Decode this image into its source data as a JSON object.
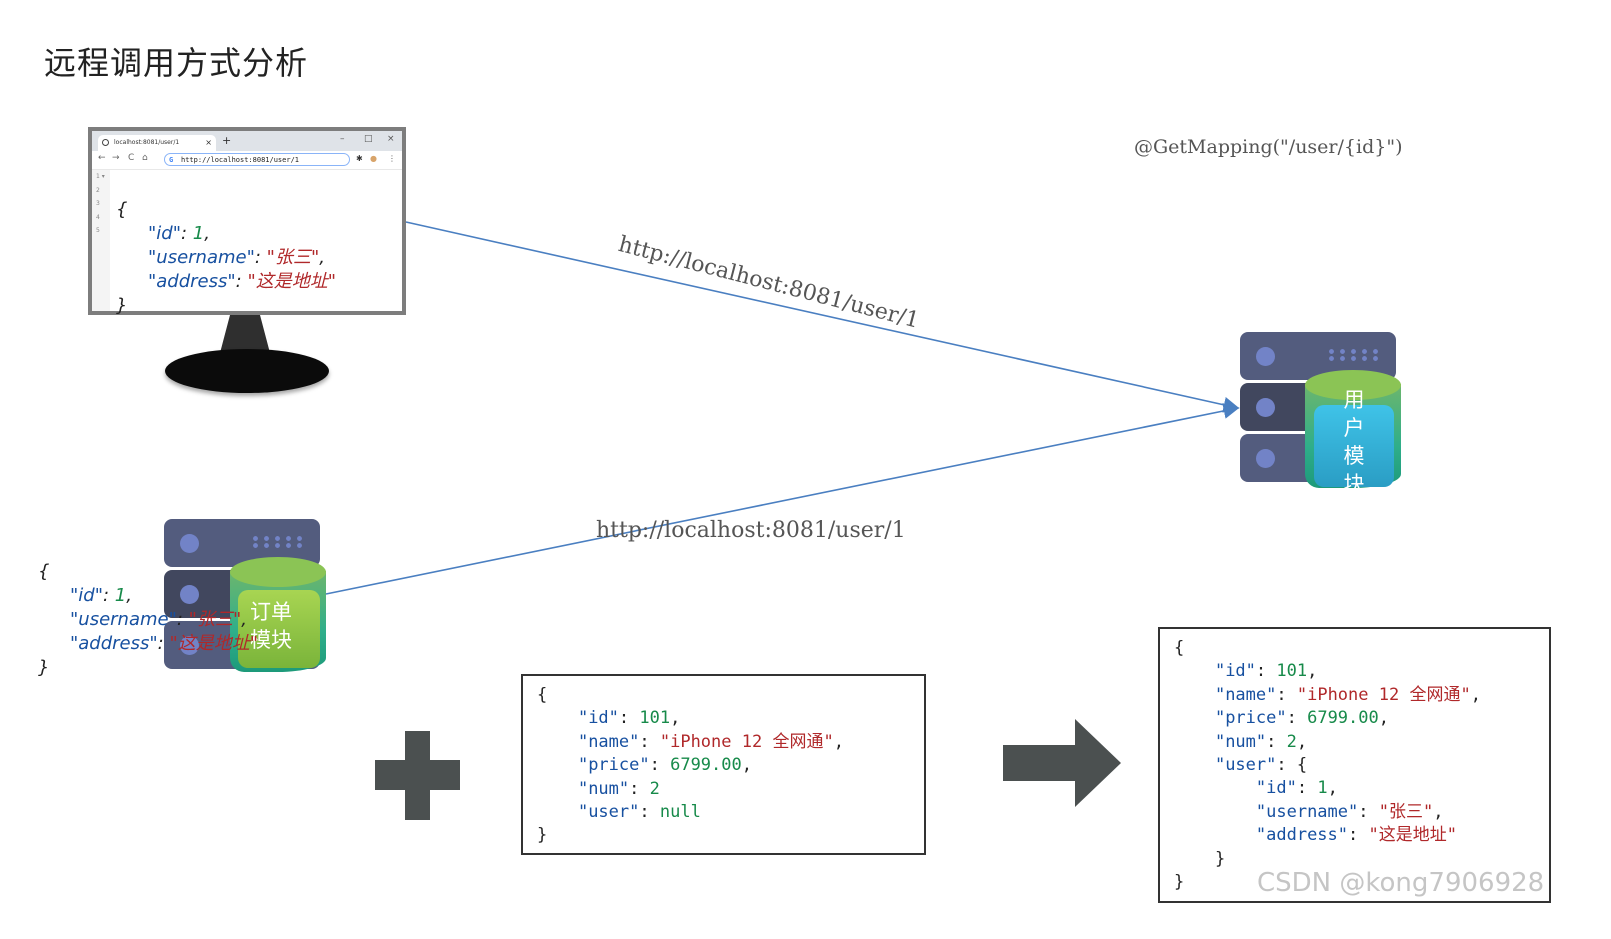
{
  "title": "远程调用方式分析",
  "browser": {
    "tab_title": "localhost:8081/user/1",
    "tab_close": "×",
    "new_tab": "+",
    "win_min": "–",
    "win_max": "□",
    "win_close": "×",
    "nav_back": "←",
    "nav_forward": "→",
    "nav_reload": "C",
    "nav_home": "⌂",
    "g_icon": "G",
    "url": "http://localhost:8081/user/1",
    "ext_icon": "✱",
    "profile_icon": "●",
    "menu_icon": "⋮",
    "line_numbers": [
      "1 ▾",
      "2",
      "3",
      "4",
      "5"
    ]
  },
  "user_json": {
    "open": "{",
    "id_key": "\"id\"",
    "id_val": "1",
    "username_key": "\"username\"",
    "username_val": "\"张三\"",
    "address_key": "\"address\"",
    "address_val": "\"这是地址\"",
    "close": "}"
  },
  "annotations": {
    "get_mapping": "@GetMapping(\"/user/{id}\")",
    "request_url_browser": "http://localhost:8081/user/1",
    "request_url_order": "http://localhost:8081/user/1"
  },
  "services": {
    "user_service_label": "用户模块",
    "user_service_chars": [
      "用",
      "户",
      "模",
      "块"
    ],
    "order_service_label_line1": "订单",
    "order_service_label_line2": "模块"
  },
  "order_json": {
    "lines": [
      "{",
      "    \"id\": 101,",
      "    \"name\": \"iPhone 12 全网通\",",
      "    \"price\": 6799.00,",
      "    \"num\": 2",
      "    \"user\": null",
      "}"
    ],
    "id": "101",
    "name": "\"iPhone 12 全网通\"",
    "price": "6799.00",
    "num": "2",
    "user": "null"
  },
  "result_json": {
    "id": "101",
    "name": "\"iPhone 12 全网通\"",
    "price": "6799.00",
    "num": "2",
    "user_id": "1",
    "user_username": "\"张三\"",
    "user_address": "\"这是地址\""
  },
  "symbols": {
    "plus": "plus-icon",
    "arrow": "arrow-right-icon"
  },
  "colors": {
    "key": "#1750a0",
    "number": "#178a4a",
    "string": "#b0282a",
    "line": "#4a7fc1",
    "symbol": "#4b5050"
  },
  "watermark": "CSDN @kong7906928"
}
